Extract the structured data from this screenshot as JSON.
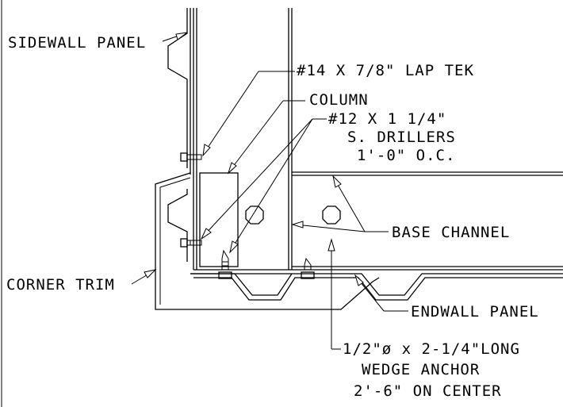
{
  "labels": {
    "sidewall_panel": "SIDEWALL PANEL",
    "lap_tek": "#14 X 7/8\" LAP TEK",
    "column": "COLUMN",
    "drillers_line1": "#12 X 1 1/4\"",
    "drillers_line2": "S. DRILLERS",
    "drillers_line3": "1'-0\" O.C.",
    "base_channel": "BASE CHANNEL",
    "corner_trim": "CORNER TRIM",
    "endwall_panel": "ENDWALL PANEL",
    "anchor_line1": "1/2\"ø x 2-1/4\"LONG",
    "anchor_line2": "WEDGE ANCHOR",
    "anchor_line3": "2'-6\" ON CENTER"
  }
}
